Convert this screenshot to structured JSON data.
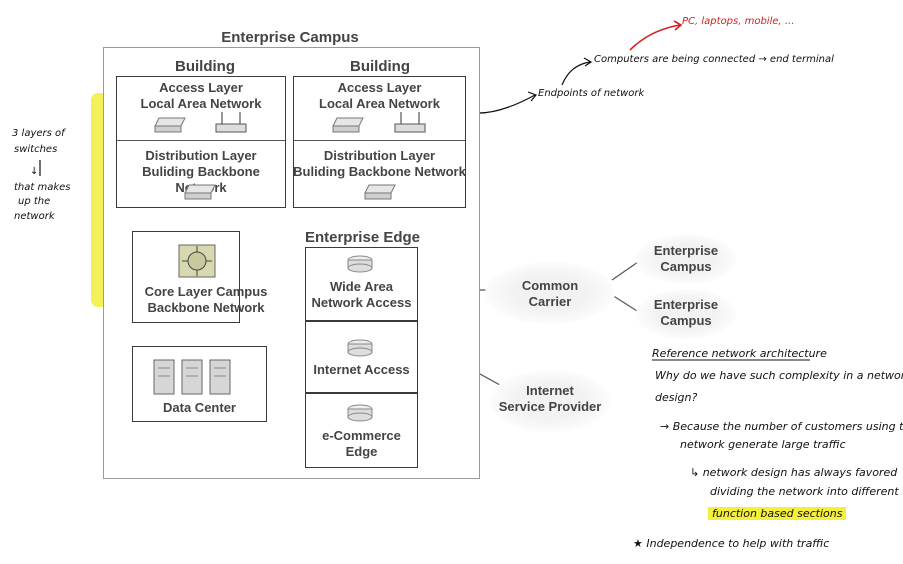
{
  "diagram": {
    "campus_title": "Enterprise Campus",
    "building_left": {
      "title": "Building",
      "access": "Access Layer\nLocal Area Network",
      "distribution": "Distribution Layer\nBuliding Backbone Network"
    },
    "building_right": {
      "title": "Building",
      "access": "Access Layer\nLocal Area Network",
      "distribution": "Distribution Layer\nBuliding Backbone Network"
    },
    "core": "Core Layer Campus\nBackbone Network",
    "data_center": "Data Center",
    "edge": {
      "title": "Enterprise Edge",
      "wan": "Wide Area\nNetwork Access",
      "internet": "Internet Access",
      "ecommerce": "e-Commerce\nEdge"
    },
    "common_carrier": "Common\nCarrier",
    "isp": "Internet\nService Provider",
    "remote_campus_1": "Enterprise\nCampus",
    "remote_campus_2": "Enterprise\nCampus"
  },
  "annotations": {
    "left_note": [
      "3 layers of",
      "switches",
      "↓",
      "that makes",
      "up the",
      "network"
    ],
    "endpoints": "Endpoints of network",
    "computers": "Computers are being connected → end terminal",
    "devices": "PC, laptops, mobile, ...",
    "ref_title": "Reference network architecture",
    "question": [
      "Why do we have such complexity in a network",
      "design?"
    ],
    "answer": [
      "→ Because the number of customers using the",
      "network generate large traffic"
    ],
    "sub_answer": [
      "↳ network design has always favored",
      "dividing the network into different"
    ],
    "highlighted": "function based sections",
    "star_note": "★ Independence to help with traffic"
  },
  "colors": {
    "highlight": "#f3ef3b",
    "red_ink": "#d61f1f"
  }
}
